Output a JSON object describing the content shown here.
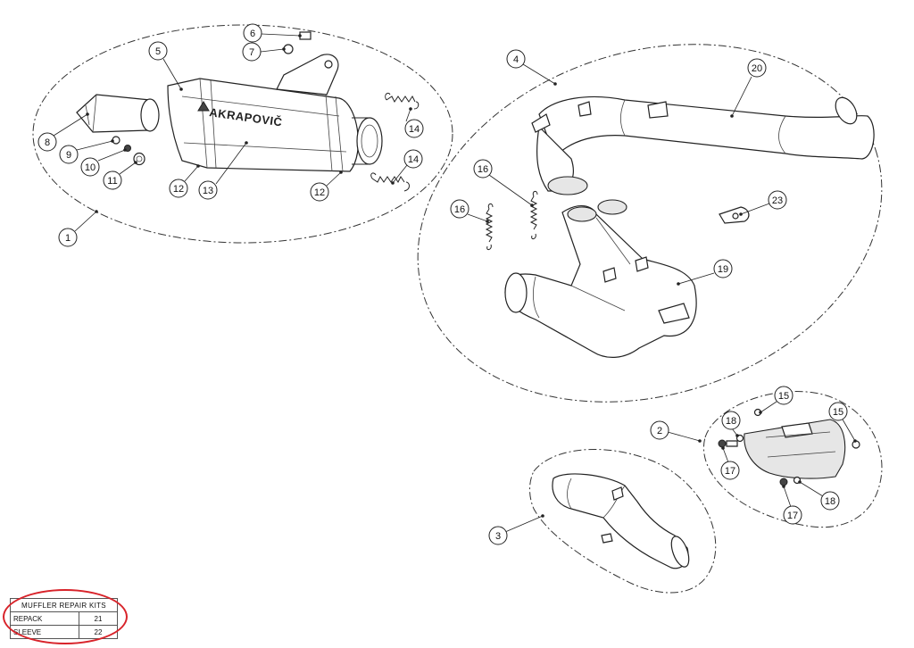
{
  "diagram": {
    "logo_text": "AKRAPOVIČ",
    "callouts": {
      "c1": "1",
      "c2": "2",
      "c3": "3",
      "c4": "4",
      "c5": "5",
      "c6": "6",
      "c7": "7",
      "c8": "8",
      "c9": "9",
      "c10": "10",
      "c11": "11",
      "c12a": "12",
      "c12b": "12",
      "c13": "13",
      "c14a": "14",
      "c14b": "14",
      "c15a": "15",
      "c15b": "15",
      "c16a": "16",
      "c16b": "16",
      "c17a": "17",
      "c17b": "17",
      "c18a": "18",
      "c18b": "18",
      "c19": "19",
      "c20": "20",
      "c23": "23"
    }
  },
  "repair_kits": {
    "title": "MUFFLER REPAIR KITS",
    "rows": [
      {
        "name": "REPACK",
        "part": "21"
      },
      {
        "name": "SLEEVE",
        "part": "22"
      }
    ],
    "highlight_color": "#d8232a"
  }
}
